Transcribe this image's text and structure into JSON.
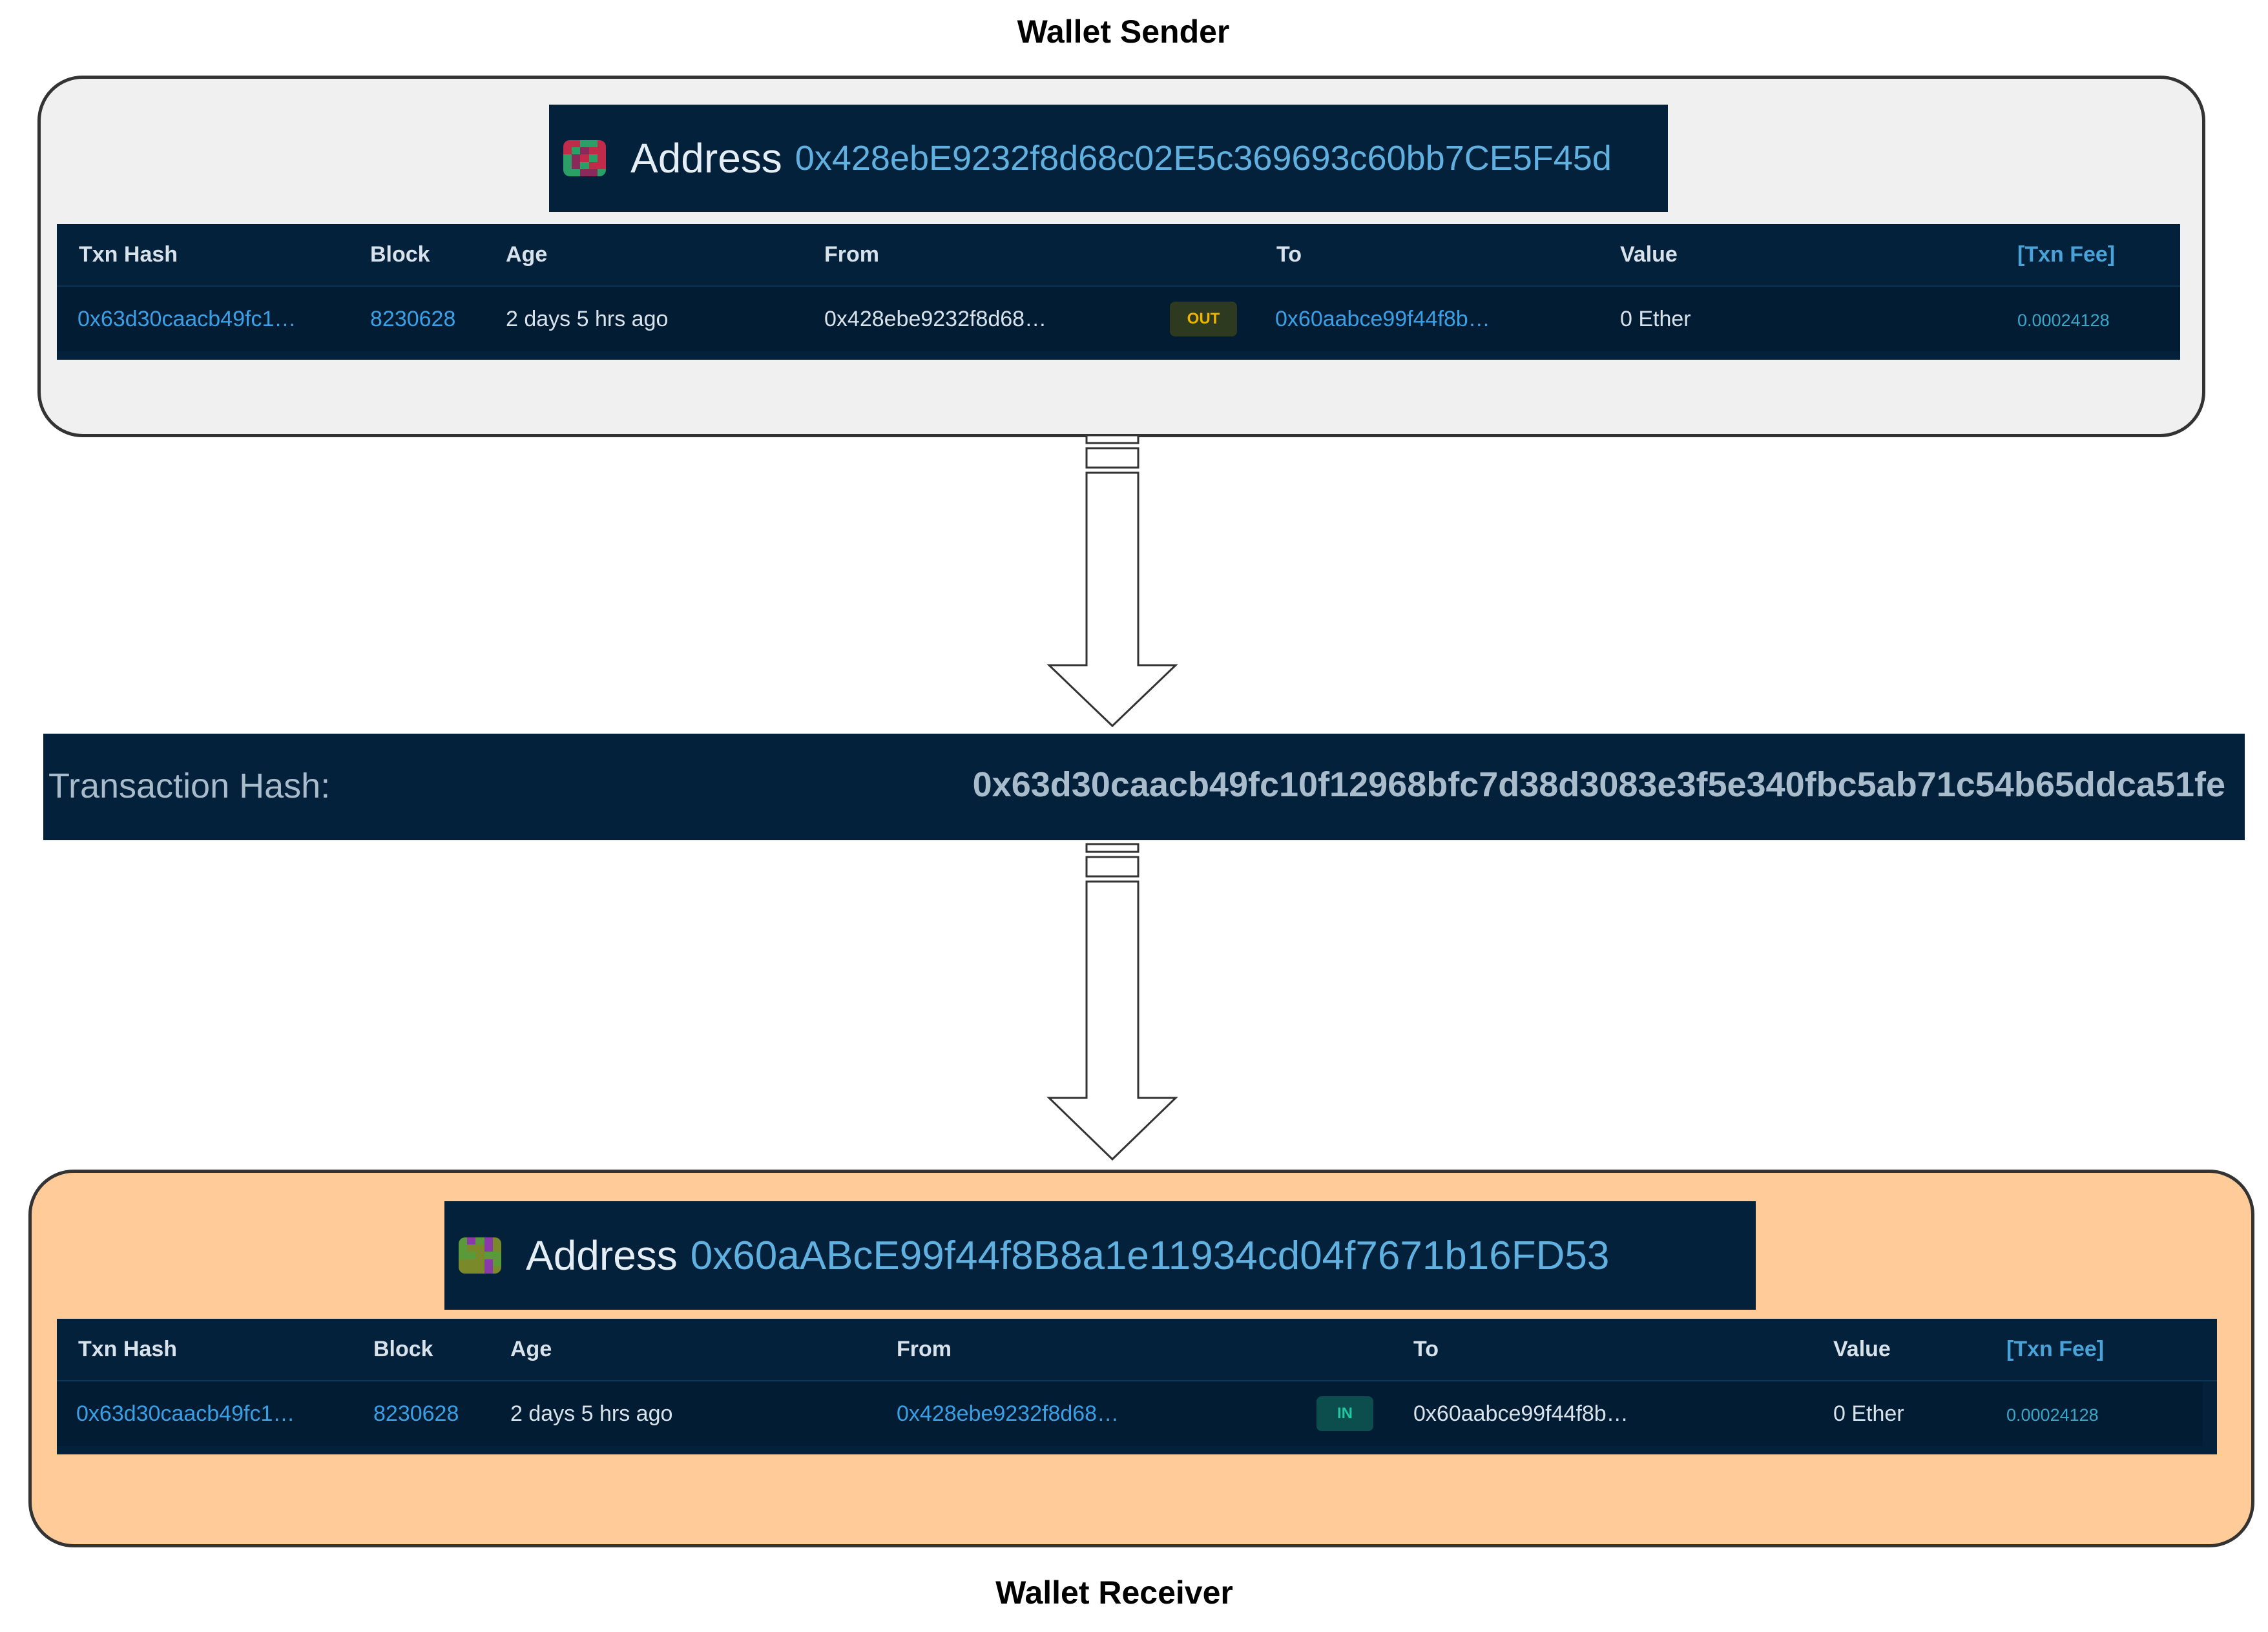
{
  "sender": {
    "title": "Wallet Sender",
    "address_label": "Address",
    "address": "0x428ebE9232f8d68c02E5c369693c60bb7CE5F45d",
    "identicon_colors": [
      "#2aa066",
      "#c22a4a",
      "#8a2a5a"
    ],
    "table": {
      "headers": [
        "Txn Hash",
        "Block",
        "Age",
        "From",
        "To",
        "Value",
        "[Txn Fee]"
      ],
      "row": {
        "txn_hash": "0x63d30caacb49fc1…",
        "block": "8230628",
        "age": "2 days 5 hrs ago",
        "from": "0x428ebe9232f8d68…",
        "direction": "OUT",
        "to": "0x60aabce99f44f8b…",
        "value": "0 Ether",
        "fee": "0.00024128"
      }
    }
  },
  "transaction": {
    "label": "Transaction Hash:",
    "hash": "0x63d30caacb49fc10f12968bfc7d38d3083e3f5e340fbc5ab71c54b65ddca51fe"
  },
  "receiver": {
    "title": "Wallet Receiver",
    "address_label": "Address",
    "address": "0x60aABcE99f44f8B8a1e11934cd04f7671b16FD53",
    "identicon_colors": [
      "#7a8a2a",
      "#8a3aa8",
      "#5a9a3a"
    ],
    "table": {
      "headers": [
        "Txn Hash",
        "Block",
        "Age",
        "From",
        "To",
        "Value",
        "[Txn Fee]"
      ],
      "row": {
        "txn_hash": "0x63d30caacb49fc1…",
        "block": "8230628",
        "age": "2 days 5 hrs ago",
        "from": "0x428ebe9232f8d68…",
        "direction": "IN",
        "to": "0x60aabce99f44f8b…",
        "value": "0 Ether",
        "fee": "0.00024128"
      }
    }
  },
  "colors": {
    "dark_navy": "#03213b",
    "sender_panel": "#f0f0f0",
    "receiver_panel": "#ffcc99",
    "link_blue": "#3aa0e6"
  }
}
